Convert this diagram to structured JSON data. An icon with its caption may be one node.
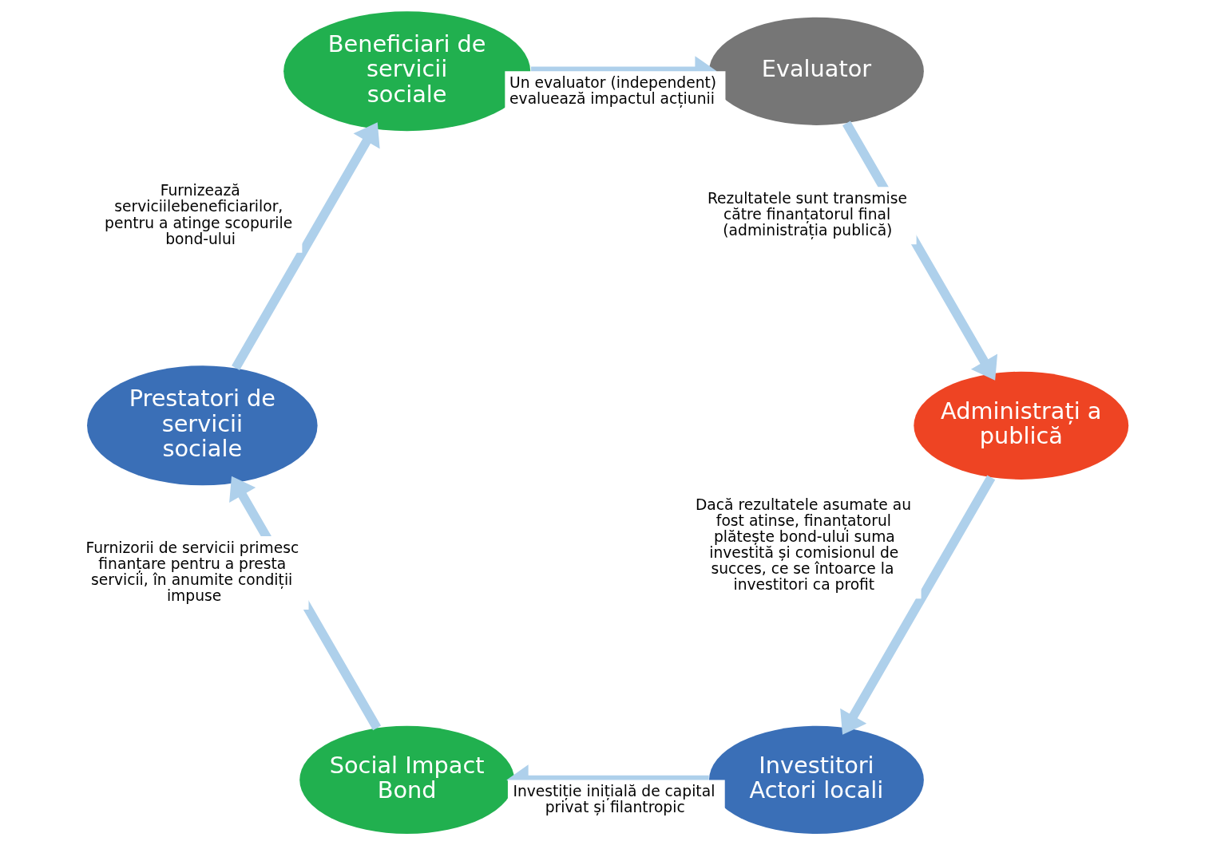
{
  "diagram": {
    "nodes": [
      {
        "text": [
          "Investitori Actori locali"
        ]
      },
      {
        "text": [
          "Social Impact Bond"
        ]
      },
      {
        "text": [
          "Prestatori de servicii sociale"
        ]
      },
      {
        "text": [
          "Beneficiari de servicii sociale"
        ]
      },
      {
        "text": [
          "Evaluator"
        ]
      },
      {
        "text": [
          "Administrați a publică"
        ]
      }
    ],
    "edges": [
      {
        "from": 0,
        "to": 1,
        "arrow": "to",
        "label": "Investiție inițială de capital privat și filantropic"
      },
      {
        "from": 1,
        "to": 2,
        "arrow": "to",
        "label": "Furnizorii de servicii primesc finanțare pentru a presta servicii, în anumite condiții impuse"
      },
      {
        "from": 2,
        "to": 3,
        "arrow": "to",
        "label": "Furnizează serviciilebeneficiarilor, pentru a atinge scopurile bond-ului"
      },
      {
        "from": 3,
        "to": 4,
        "arrow": "to",
        "label": "Un evaluator (independent) evaluează impactul acțiunii"
      },
      {
        "from": 4,
        "to": 5,
        "arrow": "to",
        "label": "Rezultatele sunt transmise către finanțatorul final (administrația publică)"
      },
      {
        "from": 5,
        "to": 0,
        "arrow": "to",
        "label": "Dacă rezultatele asumate au fost atinse, finanțatorul plătește bond-ului suma investită și comisionul de succes, ce se întoarce la investitori ca profit"
      }
    ]
  }
}
